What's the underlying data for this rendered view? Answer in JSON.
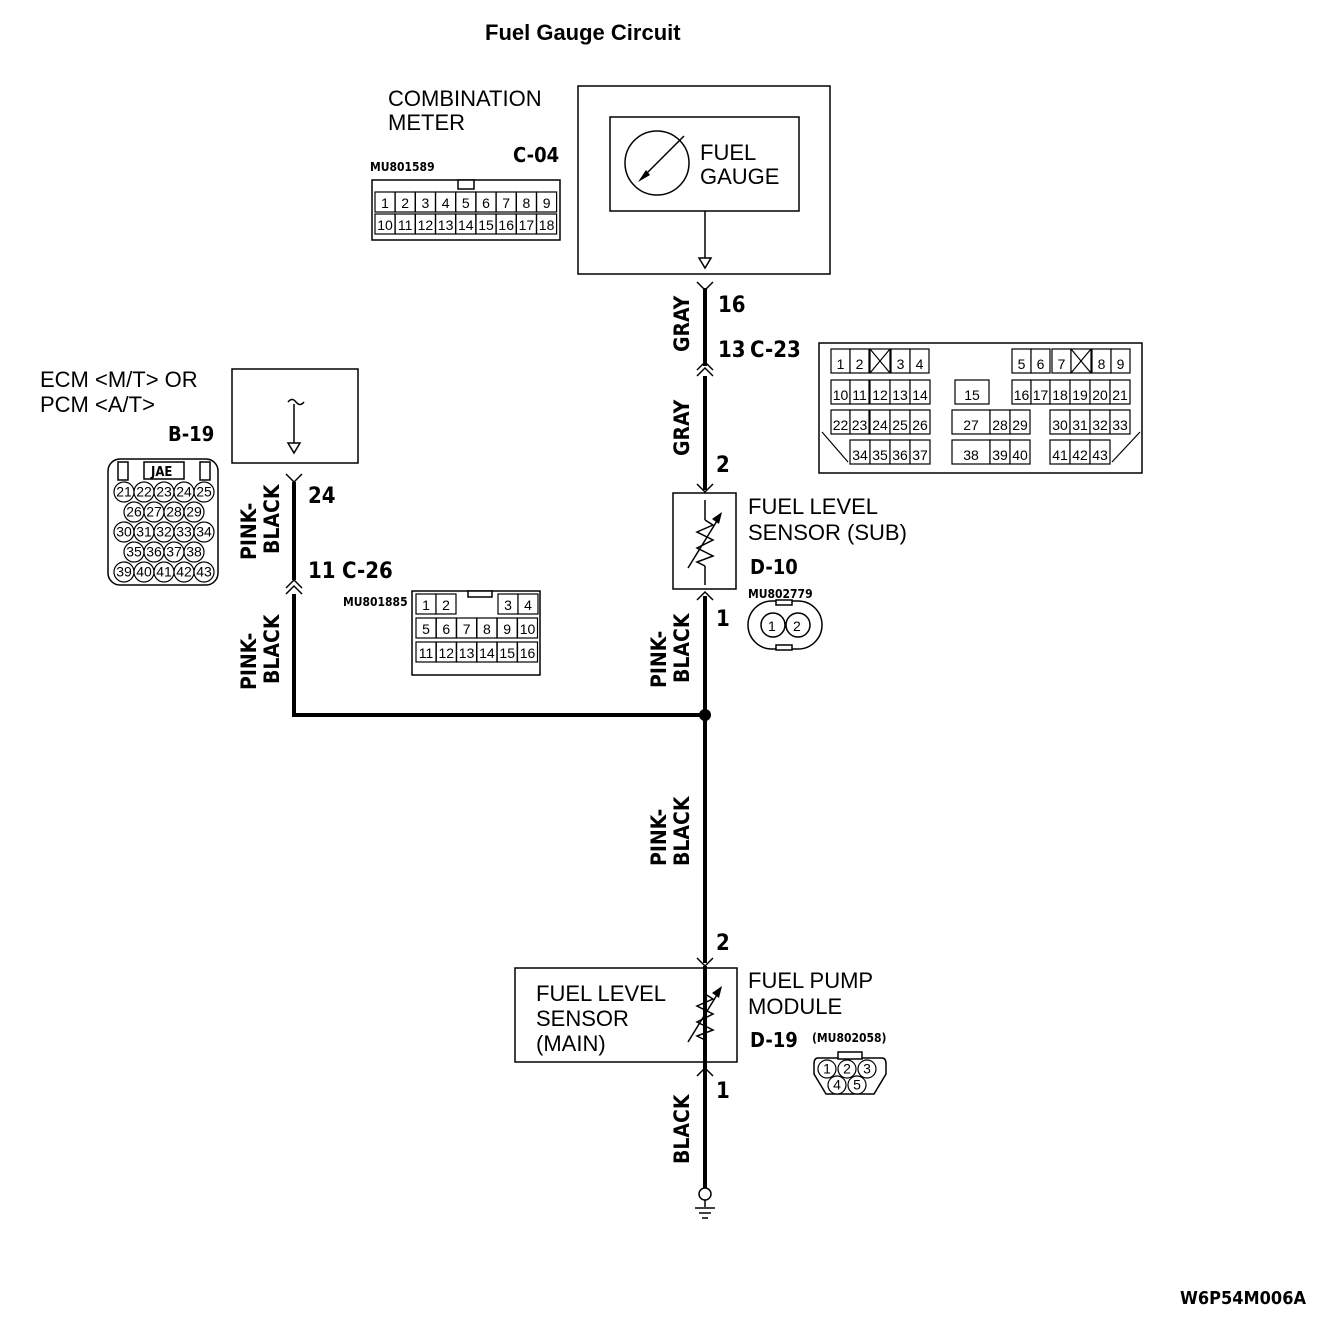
{
  "title": "Fuel Gauge Circuit",
  "figure_code": "W6P54M006A",
  "components": {
    "combination_meter": {
      "label_line1": "COMBINATION",
      "label_line2": "METER",
      "connector": "C-04",
      "part_no": "MU801589",
      "gauge_line1": "FUEL",
      "gauge_line2": "GAUGE",
      "pins_row1": [
        "1",
        "2",
        "3",
        "4",
        "5",
        "6",
        "7",
        "8",
        "9"
      ],
      "pins_row2": [
        "10",
        "11",
        "12",
        "13",
        "14",
        "15",
        "16",
        "17",
        "18"
      ]
    },
    "ecm_pcm": {
      "label_line1": "ECM <M/T> OR",
      "label_line2": "PCM <A/T>",
      "connector": "B-19",
      "maker": "JAE",
      "pins_row1": [
        "21",
        "22",
        "23",
        "24",
        "25"
      ],
      "pins_row2": [
        "26",
        "27",
        "28",
        "29"
      ],
      "pins_row3": [
        "30",
        "31",
        "32",
        "33",
        "34"
      ],
      "pins_row4": [
        "35",
        "36",
        "37",
        "38"
      ],
      "pins_row5": [
        "39",
        "40",
        "41",
        "42",
        "43"
      ]
    },
    "c23": {
      "label": "C-23",
      "pins_row1": [
        "1",
        "2",
        "3",
        "4",
        "5",
        "6",
        "7",
        "8",
        "9"
      ],
      "pins_row2": [
        "10",
        "11",
        "12",
        "13",
        "14",
        "15",
        "16",
        "17",
        "18",
        "19",
        "20",
        "21"
      ],
      "pins_row3": [
        "22",
        "23",
        "24",
        "25",
        "26",
        "27",
        "28",
        "29",
        "30",
        "31",
        "32",
        "33"
      ],
      "pins_row4": [
        "34",
        "35",
        "36",
        "37",
        "38",
        "39",
        "40",
        "41",
        "42",
        "43"
      ]
    },
    "c26": {
      "label": "C-26",
      "part_no": "MU801885",
      "pins_row1": [
        "1",
        "2",
        "3",
        "4"
      ],
      "pins_row2": [
        "5",
        "6",
        "7",
        "8",
        "9",
        "10"
      ],
      "pins_row3": [
        "11",
        "12",
        "13",
        "14",
        "15",
        "16"
      ]
    },
    "sensor_sub": {
      "label_line1": "FUEL LEVEL",
      "label_line2": "SENSOR (SUB)",
      "connector": "D-10",
      "part_no": "MU802779",
      "pins": [
        "1",
        "2"
      ]
    },
    "pump_module": {
      "label_line1": "FUEL PUMP",
      "label_line2": "MODULE",
      "connector": "D-19",
      "part_no": "(MU802058)",
      "sensor_line1": "FUEL LEVEL",
      "sensor_line2": "SENSOR",
      "sensor_line3": "(MAIN)",
      "pins_row1": [
        "1",
        "2",
        "3"
      ],
      "pins_row2": [
        "4",
        "5"
      ]
    }
  },
  "wires": {
    "gray": "GRAY",
    "pink_black_line1": "PINK-",
    "pink_black_line2": "BLACK",
    "black": "BLACK"
  },
  "terminals": {
    "meter_16": "16",
    "c23_13": "13",
    "sub_2": "2",
    "sub_1": "1",
    "ecm_24": "24",
    "c26_11": "11",
    "main_2": "2",
    "main_1": "1"
  }
}
